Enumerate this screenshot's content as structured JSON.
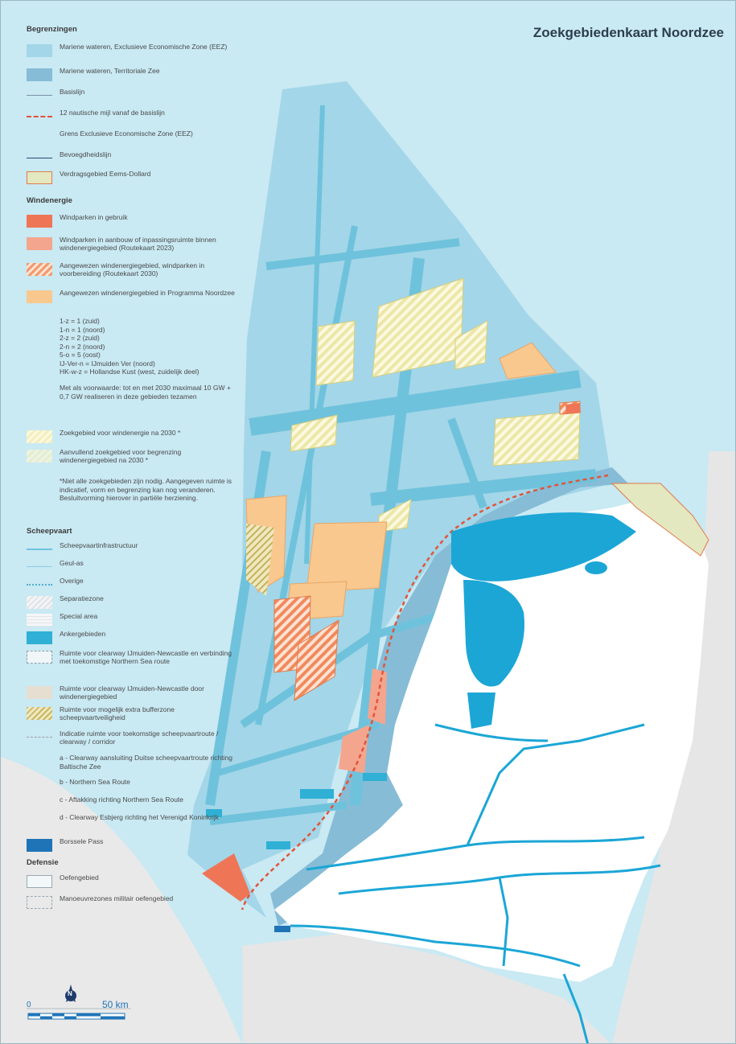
{
  "title": "Zoekgebiedenkaart Noordzee",
  "legend": {
    "sections": {
      "begrenzingen": "Begrenzingen",
      "windenergie": "Windenergie",
      "scheepvaart": "Scheepvaart",
      "defensie": "Defensie"
    },
    "items": {
      "eez": "Mariene wateren, Exclusieve Economische Zone (EEZ)",
      "territoriale": "Mariene wateren, Territoriale Zee",
      "basislijn": "Basislijn",
      "twelve_mile": "12 nautische mijl vanaf de basislijn",
      "grens_eez": "Grens Exclusieve Economische Zone (EEZ)",
      "bevoegdheid": "Bevoegdheidslijn",
      "verdrag": "Verdragsgebied Eems-Dollard",
      "in_gebruik": "Windparken in gebruik",
      "aanbouw": "Windparken in aanbouw of inpassingsruimte binnen windenergiegebied (Routekaart 2023)",
      "aangewezen_routekaart": "Aangewezen windenergiegebied, windparken in voorbereiding (Routekaart 2030)",
      "aangewezen_programma": "Aangewezen windenergiegebied in Programma Noordzee",
      "zoekgebied": "Zoekgebied voor windenergie na 2030 *",
      "aanvullend": "Aanvullend zoekgebied voor begrenzing windenergiegebied na 2030 *",
      "infra": "Scheepvaartinfrastructuur",
      "geul": "Geul-as",
      "overige": "Overige",
      "separatie": "Separatiezone",
      "special": "Special area",
      "anker": "Ankergebieden",
      "clearway_noordelijk": "Ruimte voor clearway IJmuiden-Newcastle en verbinding met toekomstige Northern Sea route",
      "clearway_wind": "Ruimte voor clearway IJmuiden-Newcastle door windenergiegebied",
      "buffer": "Ruimte voor mogelijk extra bufferzone scheepvaartveiligheid",
      "indicatie": "Indicatie ruimte voor toekomstige scheepvaartroute / clearway / corridor",
      "route_a": "a - Clearway aansluiting Duitse scheepvaartroute richting Baltische Zee",
      "route_b": "b - Northern Sea Route",
      "route_c": "c - Aftakking richting Northern Sea Route",
      "route_d": "d - Clearway Esbjerg richting het Verenigd Koninkrijk",
      "borssele": "Borssele Pass",
      "oefen": "Oefengebied",
      "manoeuvre": "Manoeuvrezones militair oefengebied"
    },
    "codes_note": "1-z = 1 (zuid)\n1-n = 1 (noord)\n2-z = 2 (zuid)\n2-n = 2 (noord)\n5-o = 5 (oost)\nIJ-Ver-n = IJmuiden Ver (noord)\nHK-w-z = Hollandse Kust (west, zuidelijk deel)",
    "condition_note": "Met als voorwaarde: tot en met 2030 maximaal 10 GW + 0,7 GW realiseren in deze gebieden tezamen",
    "footnote": "*Niet alle zoekgebieden zijn nodig. Aangegeven ruimte is indicatief, vorm en begrenzing kan nog veranderen. Besluitvorming hierover in partiële herziening."
  },
  "scale": {
    "zero": "0",
    "max": "50 km",
    "north": "N"
  },
  "colors": {
    "sea": "#c9e9f3",
    "eez": "#9fd3e6",
    "territorial": "#7fb6d2",
    "shipping": "#6fc2dc",
    "land": "#ffffff",
    "foreign_land": "#e6e6e6",
    "water": "#1ba6d6",
    "wind_active": "#ef7557",
    "wind_construction": "#f4a58e",
    "wind_programma": "#f9c88e",
    "zoekgebied": "#f3efbd",
    "borssele": "#1f74b8"
  }
}
